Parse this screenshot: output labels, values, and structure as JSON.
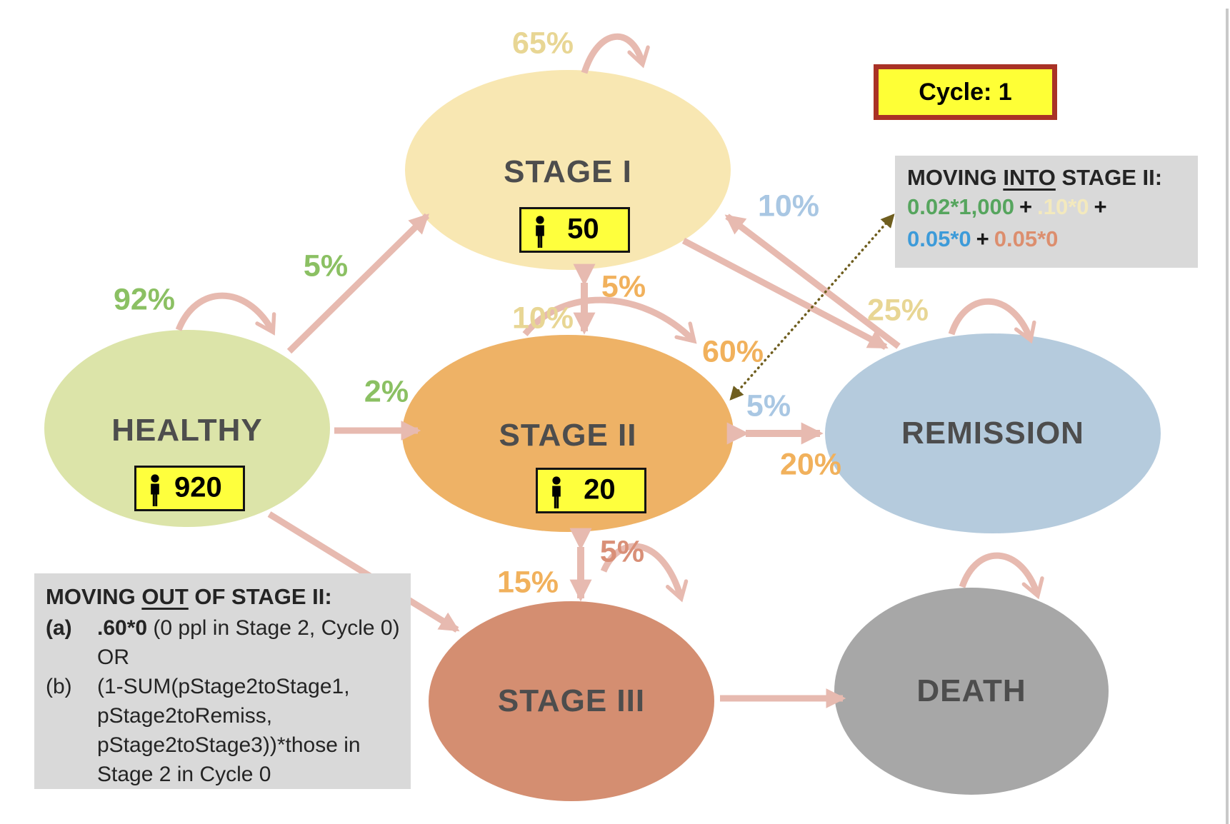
{
  "cycle_box": {
    "label": "Cycle: 1"
  },
  "nodes": {
    "healthy": {
      "label": "HEALTHY",
      "count": "920"
    },
    "stage1": {
      "label": "STAGE I",
      "count": "50"
    },
    "stage2": {
      "label": "STAGE II",
      "count": "20"
    },
    "remission": {
      "label": "REMISSION"
    },
    "stage3": {
      "label": "STAGE III"
    },
    "death": {
      "label": "DEATH"
    }
  },
  "percent_labels": [
    {
      "from": "stage1",
      "to": "stage1",
      "text": "65%"
    },
    {
      "from": "healthy",
      "to": "healthy",
      "text": "92%"
    },
    {
      "from": "healthy",
      "to": "stage1",
      "text": "5%"
    },
    {
      "from": "healthy",
      "to": "stage2",
      "text": "2%"
    },
    {
      "from": "stage1",
      "to": "stage2",
      "text": "10%"
    },
    {
      "from": "stage2",
      "to": "stage1",
      "text": "5%"
    },
    {
      "from": "stage2",
      "to": "stage2",
      "text": "60%"
    },
    {
      "from": "remission",
      "to": "stage1",
      "text": "10%"
    },
    {
      "from": "remission",
      "to": "remission",
      "text": "25%"
    },
    {
      "from": "remission",
      "to": "stage2",
      "text": "5%"
    },
    {
      "from": "stage2",
      "to": "remission",
      "text": "20%"
    },
    {
      "from": "stage2",
      "to": "stage3",
      "text": "15%"
    },
    {
      "from": "stage3",
      "to": "stage2",
      "text": "5%"
    }
  ],
  "unlabeled_arrows": [
    {
      "from": "healthy",
      "to": "stage3"
    },
    {
      "from": "stage1",
      "to": "remission"
    },
    {
      "from": "stage3",
      "to": "death"
    },
    {
      "from": "stage3",
      "to": "stage3"
    },
    {
      "from": "death",
      "to": "death"
    }
  ],
  "into_box": {
    "title_pre": "MOVING ",
    "title_underline": "INTO",
    "title_post": " STAGE II:",
    "term_from_healthy": "0.02*1,000",
    "term_from_stage1": ".10*0",
    "term_from_remission": "0.05*0",
    "term_from_stage3": "0.05*0",
    "plus": "+"
  },
  "out_box": {
    "title_pre": "MOVING ",
    "title_underline": "OUT",
    "title_post": " OF STAGE II:",
    "item_a_marker": "(a)",
    "item_a_bold": ".60*0",
    "item_a_rest": " (0 ppl in Stage 2, Cycle 0)",
    "item_a_or": "OR",
    "item_b_marker": "(b)",
    "item_b_line1": "(1-SUM(pStage2toStage1,",
    "item_b_line2": "pStage2toRemiss,",
    "item_b_line3": "pStage2toStage3))*those in",
    "item_b_line4": "Stage 2 in Cycle 0"
  },
  "colors": {
    "healthy": "#dce4a9",
    "stage1": "#f8e7b2",
    "stage2": "#eeb266",
    "remission": "#b5cbdd",
    "stage3": "#d48e71",
    "death": "#a7a7a7",
    "arrow_pink": "#e7bab0",
    "label_green": "#8bc063",
    "label_cream": "#e8d694",
    "label_orange": "#f1b15c",
    "label_blue": "#a9c7e3",
    "label_salmon": "#d98f77",
    "count_box_yellow": "#feff3d",
    "cycle_box_yellow": "#feff36",
    "cycle_border_red": "#a93226",
    "info_box_gray": "#d9d9d9",
    "dotted_arrow_olive": "#6f5e1f",
    "formula_green": "#56a55e",
    "formula_cream": "#f3e9bd",
    "formula_blue": "#3d9bd9",
    "formula_salmon": "#dc8e6e"
  }
}
